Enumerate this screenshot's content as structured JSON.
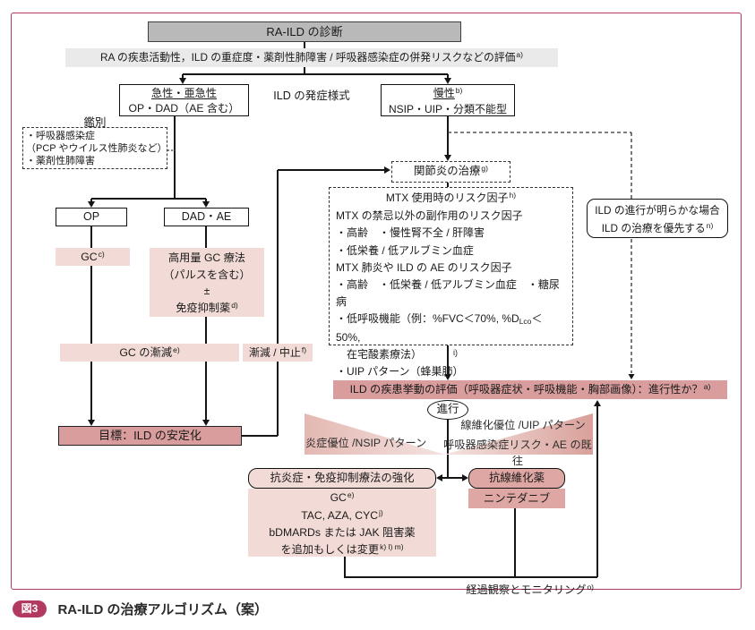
{
  "colors": {
    "frame": "#b23a5f",
    "gray_box": "#b9b9b9",
    "gray_band": "#eaeaea",
    "pink_light": "#f2dbd6",
    "pink_mid": "#dfa7a3",
    "pink_dark": "#d99d9d"
  },
  "caption": {
    "badge": "図3",
    "title": "RA-ILD の治療アルゴリズム（案）"
  },
  "nodes": {
    "diagnosis": {
      "label": "RA-ILD の診断"
    },
    "assessment_band": {
      "text": "RA の疾患活動性，ILD の重症度・薬剤性肺障害 / 呼吸器感染症の併発リスクなどの評価",
      "sup": "a)"
    },
    "onset_mode_label": {
      "text": "ILD の発症様式"
    },
    "acute": {
      "title": "急性・亜急性",
      "subtitle": "OP・DAD（AE 含む）"
    },
    "chronic": {
      "title": "慢性",
      "sup": "b)",
      "subtitle": "NSIP・UIP・分類不能型"
    },
    "differential": {
      "heading": "鑑別",
      "lines": [
        "・呼吸器感染症",
        "（PCP やウイルス性肺炎など）",
        "・薬剤性肺障害"
      ]
    },
    "op": {
      "label": "OP"
    },
    "dad_ae": {
      "label": "DAD・AE"
    },
    "gc_therapy": {
      "text": "GC",
      "sup": "c)"
    },
    "high_dose_gc": {
      "line1": "高用量 GC 療法",
      "line2": "（パルスを含む）",
      "line3": "±",
      "line4": "免疫抑制薬",
      "line4_sup": "d)"
    },
    "gc_taper": {
      "text": "GC の漸減",
      "sup": "e)"
    },
    "taper_stop": {
      "text": "漸減 / 中止",
      "sup": "f)"
    },
    "goal": {
      "text": "目標：ILD の安定化"
    },
    "arthritis_treatment": {
      "text": "関節炎の治療",
      "sup": "g)"
    },
    "mtx_risk": {
      "title": "MTX 使用時のリスク因子",
      "title_sup": "h)",
      "lines": [
        "MTX の禁忌以外の副作用のリスク因子",
        "・高齢　・慢性腎不全 / 肝障害",
        "・低栄養 / 低アルブミン血症",
        "MTX 肺炎や ILD の AE のリスク因子",
        "・高齢　・低栄養 / 低アルブミン血症　・糖尿病"
      ],
      "fvc_line": {
        "pre": "・低呼吸機能（例：%FVC＜70%, %D",
        "sub": "Lco",
        "post": "＜50%,"
      },
      "tail_lines": [
        "　在宅酸素療法）",
        "・UIP パターン（蜂巣肺）"
      ]
    },
    "ild_priority": {
      "line1": "ILD の進行が明らかな場合",
      "line2": "ILD の治療を優先する",
      "sup": "n)"
    },
    "behavior_assessment": {
      "text": "ILD の疾患挙動の評価（呼吸器症状・呼吸機能・胸部画像）：進行性か？",
      "sup": "a)"
    },
    "progression": {
      "text": "進行"
    },
    "arrow_i_label": {
      "text": "i)"
    },
    "wedge_left": {
      "text": "炎症優位 /NSIP パターン"
    },
    "wedge_right": {
      "line1": "線維化優位 /UIP パターン",
      "line2": "呼吸器感染症リスク・AE の既往"
    },
    "anti_inflammatory": {
      "header": "抗炎症・免疫抑制療法の強化",
      "line1": "GC",
      "line1_sup": "e)",
      "line2": "TAC, AZA, CYC",
      "line2_sup": "j)",
      "line3": "bDMARDs または JAK 阻害薬",
      "line4": "を追加もしくは変更",
      "line4_sup": "k) l) m)"
    },
    "antifibrotic": {
      "header": "抗線維化薬",
      "drug": "ニンテダニブ"
    },
    "monitoring": {
      "text": "経過観察とモニタリング",
      "sup": "o)"
    }
  }
}
